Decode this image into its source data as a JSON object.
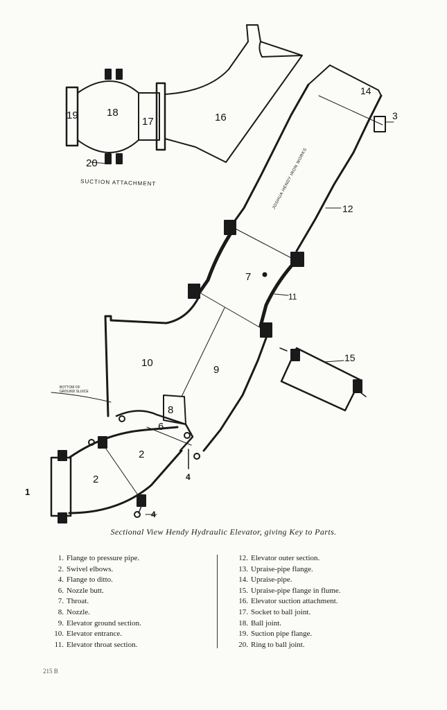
{
  "diagram": {
    "suction_label": "SUCTION ATTACHMENT",
    "maker_label": "JOSHUA HENDY IRON WORKS",
    "ground_note": [
      "BOTTOM OF",
      "GROUND SLUICE"
    ],
    "part_numbers": {
      "p1": "1",
      "p2a": "2",
      "p2b": "2",
      "p3": "3",
      "p4a": "4",
      "p4b": "4",
      "p6": "6",
      "p7": "7",
      "p8": "8",
      "p9": "9",
      "p10": "10",
      "p11": "11",
      "p12": "12",
      "p14": "14",
      "p15": "15",
      "p16": "16",
      "p17": "17",
      "p18": "18",
      "p19": "19",
      "p20": "20"
    }
  },
  "caption": "Sectional View Hendy Hydraulic Elevator, giving Key to Parts.",
  "legend_left": [
    {
      "num": "1.",
      "text": "Flange to pressure pipe."
    },
    {
      "num": "2.",
      "text": "Swivel elbows."
    },
    {
      "num": "4.",
      "text": "Flange to ditto."
    },
    {
      "num": "6.",
      "text": "Nozzle butt."
    },
    {
      "num": "7.",
      "text": "Throat."
    },
    {
      "num": "8.",
      "text": "Nozzle."
    },
    {
      "num": "9.",
      "text": "Elevator ground section."
    },
    {
      "num": "10.",
      "text": "Elevator entrance."
    },
    {
      "num": "11.",
      "text": "Elevator throat section."
    }
  ],
  "legend_right": [
    {
      "num": "12.",
      "text": "Elevator outer section."
    },
    {
      "num": "13.",
      "text": "Upraise-pipe flange."
    },
    {
      "num": "14.",
      "text": "Upraise-pipe."
    },
    {
      "num": "15.",
      "text": "Upraise-pipe flange in flume."
    },
    {
      "num": "16.",
      "text": "Elevator suction attachment."
    },
    {
      "num": "17.",
      "text": "Socket to ball joint."
    },
    {
      "num": "18.",
      "text": "Ball joint."
    },
    {
      "num": "19.",
      "text": "Suction pipe flange."
    },
    {
      "num": "20.",
      "text": "Ring to ball joint."
    }
  ],
  "footer": "215 B"
}
